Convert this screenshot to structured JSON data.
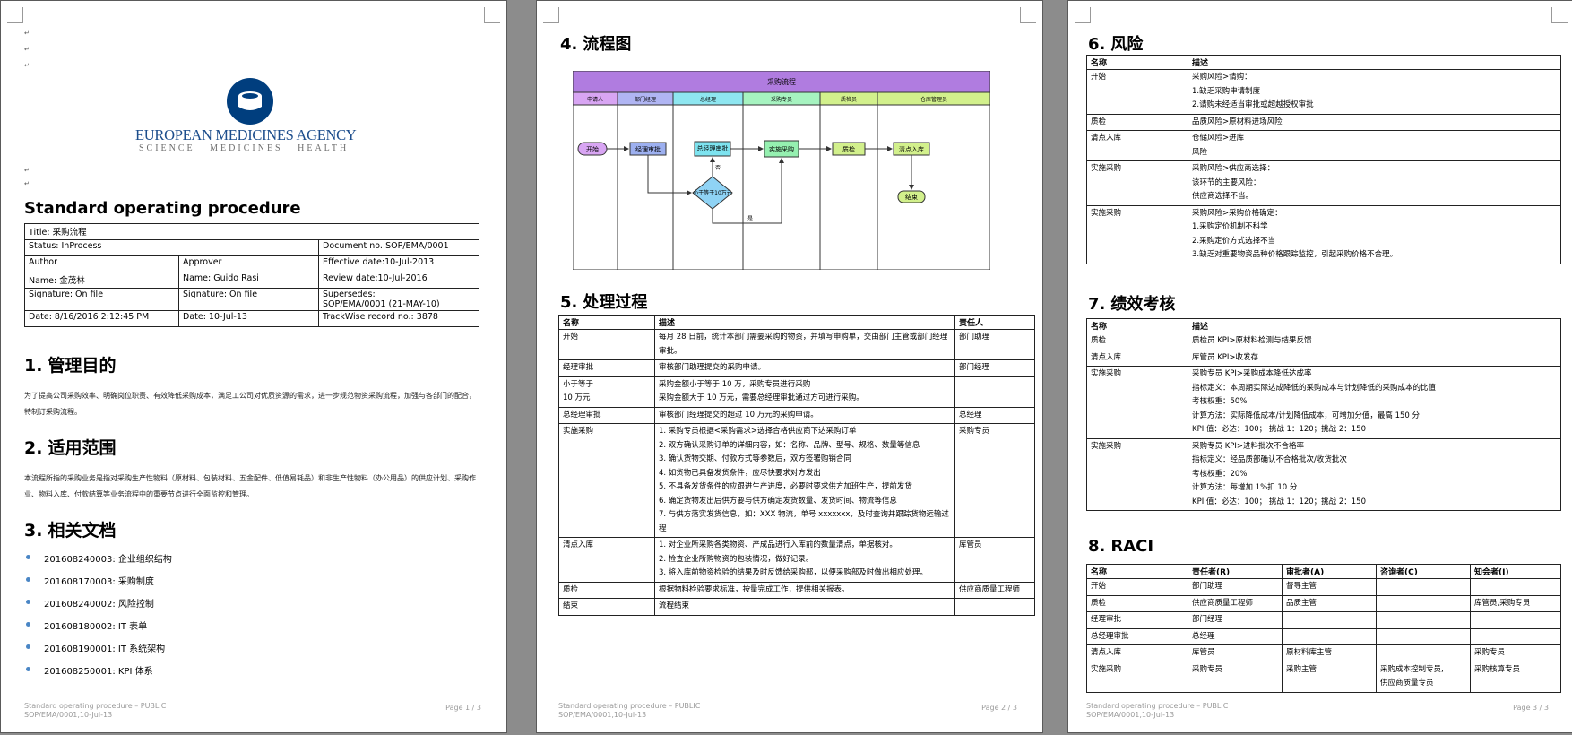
{
  "page1": {
    "logo": {
      "org_name": "EUROPEAN MEDICINES AGENCY",
      "tagline": "SCIENCE   MEDICINES   HEALTH"
    },
    "title": "Standard operating procedure",
    "meta": {
      "title": "Title: 采购流程",
      "status": "Status: InProcess",
      "document_no": "Document no.:SOP/EMA/0001",
      "author": "Author",
      "approver": "Approver",
      "effective_date": "Effective date:10-Jul-2013",
      "name_author": "Name: 金茂林",
      "name_approver": "Name: Guido Rasi",
      "review_date": "Review date:10-Jul-2016",
      "signature_author": "Signature: On file",
      "signature_approver": "Signature: On file",
      "supersedes_label": "Supersedes:",
      "supersedes_value": "SOP/EMA/0001 (21-MAY-10)",
      "date_author": "Date: 8/16/2016 2:12:45 PM",
      "date_approver": "Date: 10-Jul-13",
      "trackwise": "TrackWise record no.: 3878"
    },
    "s1": {
      "num": "1.",
      "title": "管理目的",
      "text": "为了提高公司采购效率、明确岗位职责、有效降低采购成本，满足工公司对优质资源的需求，进一步规范物资采购流程，加强与各部门的配合，特制订采购流程。"
    },
    "s2": {
      "num": "2.",
      "title": "适用范围",
      "text": "本流程所指的采购业务是指对采购生产性物料（原材料、包装材料、五金配件、低值易耗品）和非生产性物料（办公用品）的供应计划、采购作业、物料入库、付款结算等业务流程中的重要节点进行全面监控和管理。"
    },
    "s3": {
      "num": "3.",
      "title": "相关文档",
      "items": [
        "201608240003: 企业组织结构",
        "201608170003: 采购制度",
        "201608240002: 风险控制",
        "201608180002: IT 表单",
        "201608190001: IT 系统架构",
        "201608250001: KPI 体系"
      ]
    },
    "footer": {
      "left1": "Standard operating procedure – PUBLIC",
      "left2": "SOP/EMA/0001,10-Jul-13",
      "right": "Page    1 / 3"
    }
  },
  "page2": {
    "s4": {
      "num": "4.",
      "title": "流程图"
    },
    "flow": {
      "title": "采购流程",
      "lanes": [
        "申请人",
        "部门经理",
        "总经理",
        "采购专员",
        "质检员",
        "仓库管理员"
      ],
      "nodes": {
        "start": "开始",
        "mgr": "经理审批",
        "gm": "总经理审批",
        "exec": "实施采购",
        "qc": "质检",
        "store": "清点入库",
        "end": "结束",
        "decision": "小于等于10万元",
        "no": "否",
        "yes": "是"
      }
    },
    "s5": {
      "num": "5.",
      "title": "处理过程"
    },
    "process": {
      "headers": [
        "名称",
        "描述",
        "责任人"
      ],
      "rows": [
        {
          "name": "开始",
          "desc": "每月 28 日前，统计本部门需要采购的物资，并填写申购单，交由部门主管或部门经理审批。",
          "owner": "部门助理"
        },
        {
          "name": "经理审批",
          "desc": "审核部门助理提交的采购申请。",
          "owner": "部门经理"
        },
        {
          "name": "小于等于\n10 万元",
          "desc": "采购金额小于等于 10 万，采购专员进行采购\n采购金额大于 10 万元，需要总经理审批通过方可进行采购。",
          "owner": ""
        },
        {
          "name": "总经理审批",
          "desc": "审核部门经理提交的超过 10 万元的采购申请。",
          "owner": "总经理"
        },
        {
          "name": "实施采购",
          "desc": "1. 采购专员根据<采购需求>选择合格供应商下达采购订单\n2. 双方确认采购订单的详细内容，如：名称、品牌、型号、规格、数量等信息\n3. 确认货物交期、付款方式等参数后，双方签署购销合同\n4. 如货物已具备发货条件，应尽快要求对方发出\n5. 不具备发货条件的应跟进生产进度，必要时要求供方加班生产，提前发货\n6. 确定货物发出后供方要与供方确定发货数量、发货时间、物流等信息\n7. 与供方落实发货信息，如：XXX 物流，单号 xxxxxxx，及时查询并跟踪货物运输过程",
          "owner": "采购专员"
        },
        {
          "name": "清点入库",
          "desc": "1. 对企业所采购各类物资、产成品进行入库前的数量清点，单据核对。\n2. 检查企业所购物资的包装情况，做好记录。\n3. 将入库前物资检验的结果及时反馈给采购部，以便采购部及时做出相应处理。",
          "owner": "库管员"
        },
        {
          "name": "质检",
          "desc": "根据物料检验要求标准，按量完成工作，提供相关报表。",
          "owner": "供应商质量工程师"
        },
        {
          "name": "结束",
          "desc": "流程结束",
          "owner": ""
        }
      ]
    },
    "footer": {
      "left1": "Standard operating procedure – PUBLIC",
      "left2": "SOP/EMA/0001,10-Jul-13",
      "right": "Page    2 / 3"
    }
  },
  "page3": {
    "s6": {
      "num": "6.",
      "title": "风险"
    },
    "risk": {
      "headers": [
        "名称",
        "描述"
      ],
      "rows": [
        {
          "name": "开始",
          "desc": "采购风险>请购：\n1.缺乏采购申请制度\n2.请购未经适当审批或超越授权审批"
        },
        {
          "name": "质检",
          "desc": "品质风险>原材料进场风险"
        },
        {
          "name": "清点入库",
          "desc": "仓储风险>进库\n风险"
        },
        {
          "name": "实施采购",
          "desc": "采购风险>供应商选择：\n该环节的主要风险：\n供应商选择不当。"
        },
        {
          "name": "实施采购",
          "desc": "采购风险>采购价格确定：\n1.采购定价机制不科学\n2.采购定价方式选择不当\n3.缺乏对重要物资品种价格跟踪监控，引起采购价格不合理。"
        }
      ]
    },
    "s7": {
      "num": "7.",
      "title": "绩效考核"
    },
    "kpi": {
      "headers": [
        "名称",
        "描述"
      ],
      "rows": [
        {
          "name": "质检",
          "desc": "质检员 KPI>原材料检测与结果反馈"
        },
        {
          "name": "清点入库",
          "desc": "库管员 KPI>收发存"
        },
        {
          "name": "实施采购",
          "desc": "采购专员 KPI>采购成本降低达成率\n指标定义：本周期实际达成降低的采购成本与计划降低的采购成本的比值\n考核权重：50%\n计算方法：实际降低成本/计划降低成本，可增加分值，最高 150 分\nKPI 值：必达：100；  挑战 1：120；挑战 2：150"
        },
        {
          "name": "实施采购",
          "desc": "采购专员 KPI>进料批次不合格率\n指标定义：经品质部确认不合格批次/收货批次\n考核权重：20%\n计算方法：每增加 1%扣 10 分\nKPI 值：必达：100；  挑战 1：120；挑战 2：150"
        }
      ]
    },
    "s8": {
      "num": "8.",
      "title": "RACI"
    },
    "raci": {
      "headers": [
        "名称",
        "责任者(R)",
        "审批者(A)",
        "咨询者(C)",
        "知会者(I)"
      ],
      "rows": [
        [
          "开始",
          "部门助理",
          "督导主管",
          "",
          ""
        ],
        [
          "质检",
          "供应商质量工程师",
          "品质主管",
          "",
          "库管员,采购专员"
        ],
        [
          "经理审批",
          "部门经理",
          "",
          "",
          ""
        ],
        [
          "总经理审批",
          "总经理",
          "",
          "",
          ""
        ],
        [
          "清点入库",
          "库管员",
          "原材料库主管",
          "",
          "采购专员"
        ],
        [
          "实施采购",
          "采购专员",
          "采购主管",
          "采购成本控制专员,\n供应商质量专员",
          "采购核算专员"
        ]
      ]
    },
    "footer": {
      "left1": "Standard operating procedure – PUBLIC",
      "left2": "SOP/EMA/0001,10-Jul-13",
      "right": "Page    3 / 3"
    }
  }
}
